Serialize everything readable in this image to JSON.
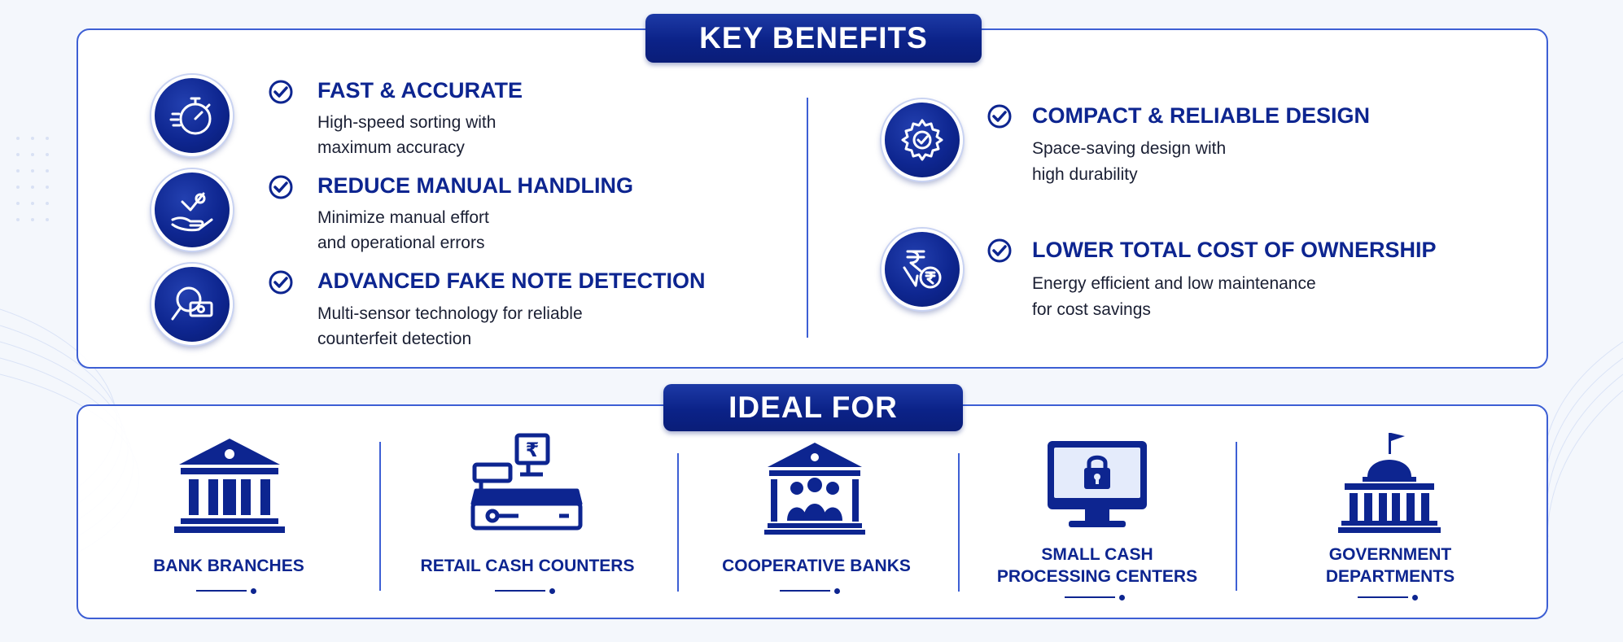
{
  "colors": {
    "navy": "#0d2590",
    "panel_border": "#3d5fd4",
    "background": "#f4f7fc"
  },
  "key_benefits": {
    "title": "KEY BENEFITS",
    "items": [
      {
        "icon": "stopwatch-icon",
        "title": "FAST & ACCURATE",
        "desc_line1": "High-speed sorting with",
        "desc_line2": "maximum accuracy"
      },
      {
        "icon": "hand-check-icon",
        "title": "REDUCE MANUAL HANDLING",
        "desc_line1": "Minimize manual effort",
        "desc_line2": "and operational errors"
      },
      {
        "icon": "magnifier-banknote-icon",
        "title": "ADVANCED FAKE NOTE DETECTION",
        "desc_line1": "Multi-sensor technology for reliable",
        "desc_line2": "counterfeit detection"
      },
      {
        "icon": "gear-icon",
        "title": "COMPACT & RELIABLE DESIGN",
        "desc_line1": "Space-saving design with",
        "desc_line2": "high durability"
      },
      {
        "icon": "rupee-down-arrow-icon",
        "title": "LOWER TOTAL COST OF OWNERSHIP",
        "desc_line1": "Energy efficient and low maintenance",
        "desc_line2": "for cost savings"
      }
    ]
  },
  "ideal_for": {
    "title": "IDEAL FOR",
    "items": [
      {
        "icon": "bank-building-icon",
        "line1": "BANK BRANCHES",
        "line2": ""
      },
      {
        "icon": "cash-register-icon",
        "line1": "RETAIL CASH COUNTERS",
        "line2": ""
      },
      {
        "icon": "cooperative-bank-icon",
        "line1": "COOPERATIVE BANKS",
        "line2": ""
      },
      {
        "icon": "monitor-lock-icon",
        "line1": "SMALL CASH",
        "line2": "PROCESSING CENTERS"
      },
      {
        "icon": "government-building-icon",
        "line1": "GOVERNMENT",
        "line2": "DEPARTMENTS"
      }
    ]
  }
}
